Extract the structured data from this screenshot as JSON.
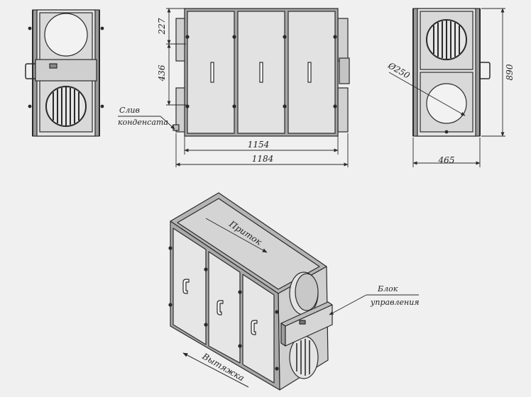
{
  "dimensions": {
    "d_227": "227",
    "d_436": "436",
    "d_1154": "1154",
    "d_1184": "1184",
    "d_diam": "Ø250",
    "d_890": "890",
    "d_465": "465"
  },
  "labels": {
    "drain_line1": "Слив",
    "drain_line2": "конденсата",
    "supply": "Приток",
    "exhaust": "Вытяжка",
    "control_line1": "Блок",
    "control_line2": "управления"
  },
  "colors": {
    "background": "#f0f0f0",
    "line": "#2a2a2a",
    "panel": "#dcdcdc",
    "panel_dark": "#bdbdbd",
    "frame": "#5a5a5a"
  }
}
